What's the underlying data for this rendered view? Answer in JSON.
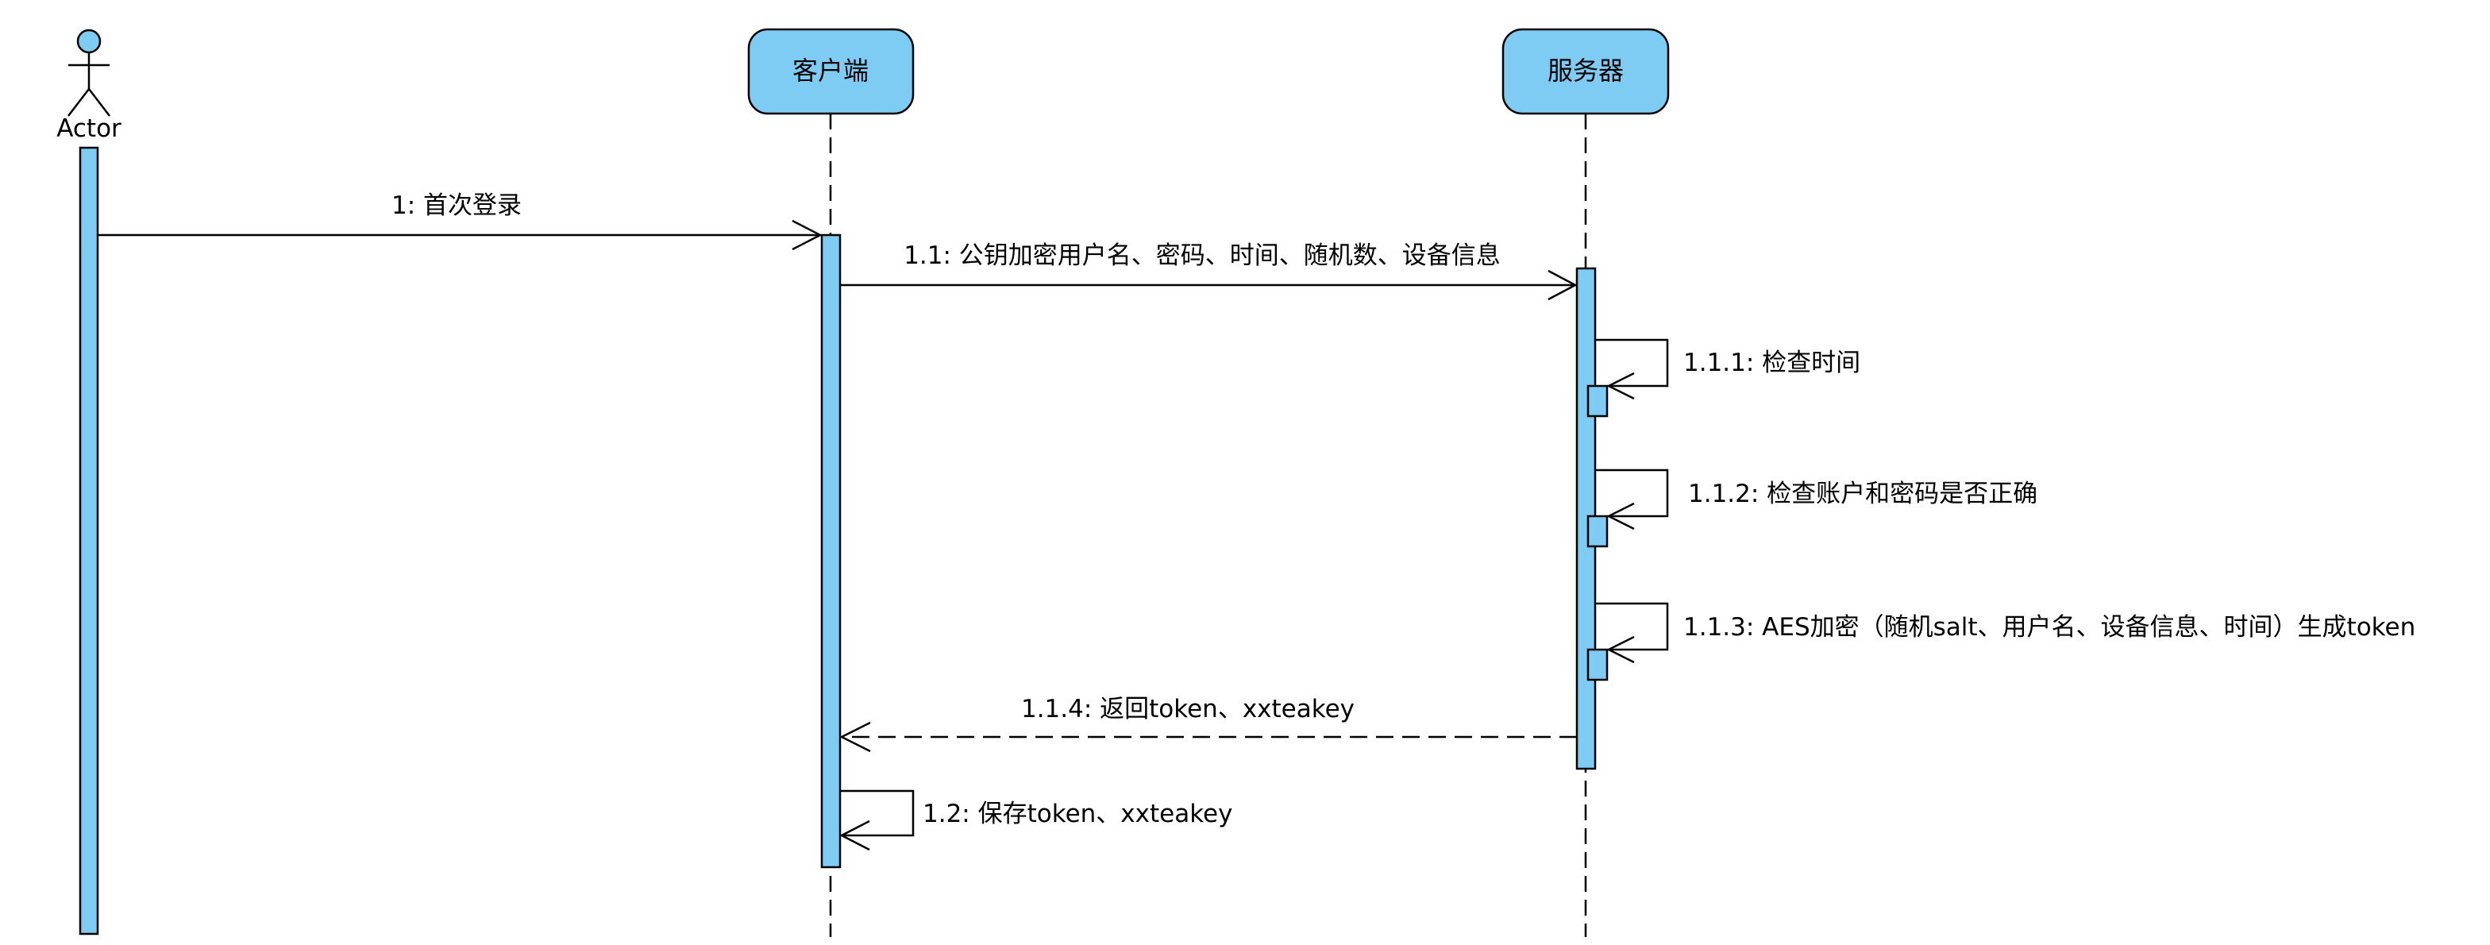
{
  "actor": {
    "label": "Actor"
  },
  "participants": [
    {
      "id": "client",
      "label": "客户端"
    },
    {
      "id": "server",
      "label": "服务器"
    }
  ],
  "messages": [
    {
      "id": "m1",
      "label": "1: 首次登录",
      "from": "Actor",
      "to": "客户端",
      "style": "solid"
    },
    {
      "id": "m1_1",
      "label": "1.1: 公钥加密用户名、密码、时间、随机数、设备信息",
      "from": "客户端",
      "to": "服务器",
      "style": "solid"
    },
    {
      "id": "m1_1_1",
      "label": "1.1.1: 检查时间",
      "from": "服务器",
      "to": "服务器",
      "style": "self"
    },
    {
      "id": "m1_1_2",
      "label": "1.1.2: 检查账户和密码是否正确",
      "from": "服务器",
      "to": "服务器",
      "style": "self"
    },
    {
      "id": "m1_1_3",
      "label": "1.1.3: AES加密（随机salt、用户名、设备信息、时间）生成token",
      "from": "服务器",
      "to": "服务器",
      "style": "self"
    },
    {
      "id": "m1_1_4",
      "label": "1.1.4: 返回token、xxteakey",
      "from": "服务器",
      "to": "客户端",
      "style": "dashed"
    },
    {
      "id": "m1_2",
      "label": "1.2: 保存token、xxteakey",
      "from": "客户端",
      "to": "客户端",
      "style": "self"
    }
  ],
  "colors": {
    "fill": "#7ecbf3",
    "stroke": "#000000"
  }
}
